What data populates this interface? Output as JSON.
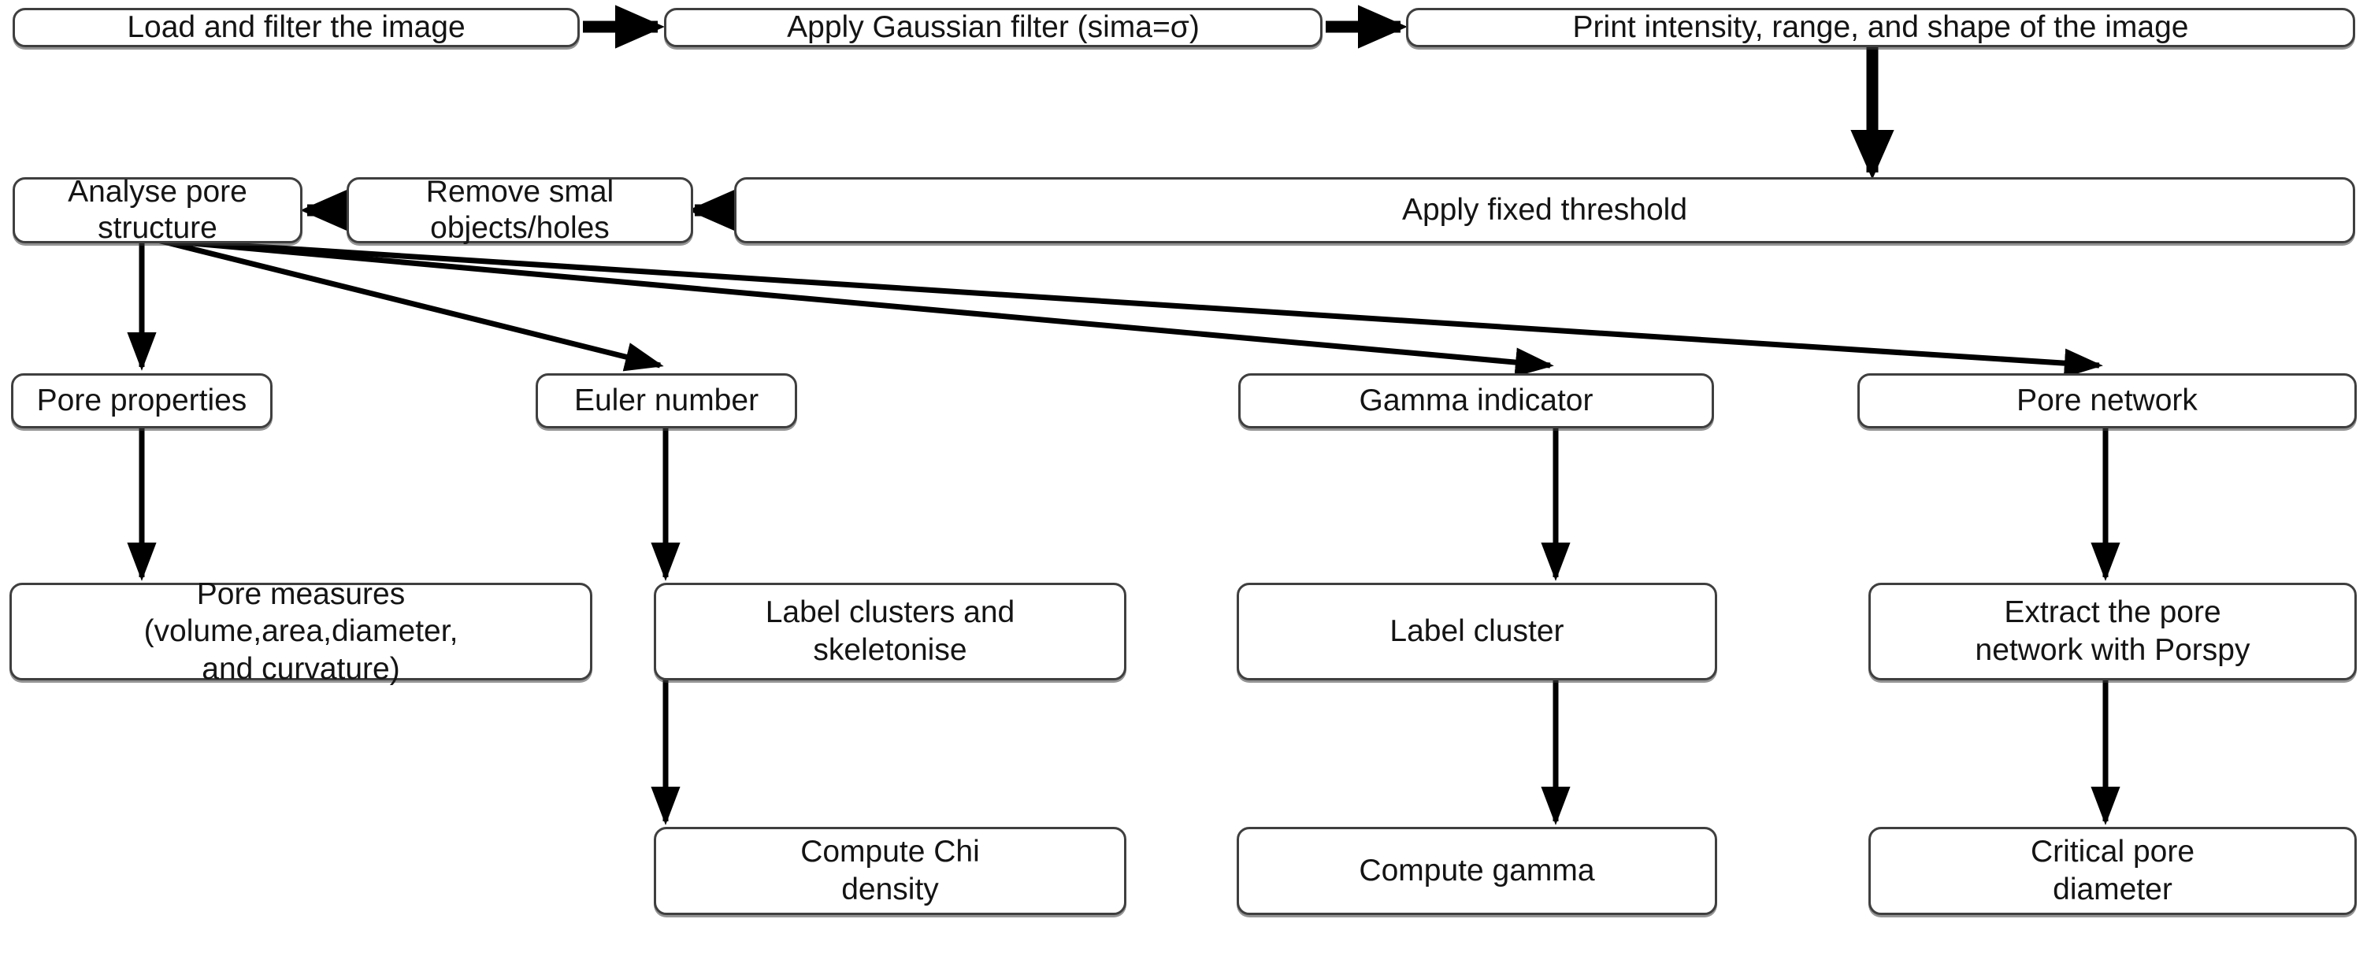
{
  "diagram": {
    "title": "Pore structure image-analysis workflow",
    "background_color": "#ffffff",
    "node_border_color": "#3f3f3f",
    "node_fill_color": "#ffffff",
    "text_color": "#141414",
    "edge_color": "#000000"
  },
  "nodes": [
    {
      "id": "load_filter",
      "label": "Load and filter the image",
      "row": 1,
      "col": 1
    },
    {
      "id": "gaussian",
      "label": "Apply Gaussian filter (sima=σ)",
      "row": 1,
      "col": 2
    },
    {
      "id": "print_info",
      "label": "Print intensity, range, and shape of the image",
      "row": 1,
      "col": 3
    },
    {
      "id": "analyse_pore",
      "label": "Analyse pore structure",
      "row": 2,
      "col": 1
    },
    {
      "id": "remove_small",
      "label": "Remove smal objects/holes",
      "row": 2,
      "col": 2
    },
    {
      "id": "fixed_threshold",
      "label": "Apply fixed threshold",
      "row": 2,
      "col": 3
    },
    {
      "id": "pore_properties",
      "label": "Pore properties",
      "row": 3,
      "col": 1
    },
    {
      "id": "euler_number",
      "label": "Euler number",
      "row": 3,
      "col": 2
    },
    {
      "id": "gamma_indicator",
      "label": "Gamma indicator",
      "row": 3,
      "col": 3
    },
    {
      "id": "pore_network",
      "label": "Pore network",
      "row": 3,
      "col": 4
    },
    {
      "id": "pore_measures",
      "label": "Pore measures\n(volume,area,diameter,\nand curvature)",
      "row": 4,
      "col": 1
    },
    {
      "id": "label_skeletonise",
      "label": "Label clusters and\nskeletonise",
      "row": 4,
      "col": 2
    },
    {
      "id": "label_cluster",
      "label": "Label cluster",
      "row": 4,
      "col": 3
    },
    {
      "id": "extract_network",
      "label": "Extract the pore\nnetwork with Porspy",
      "row": 4,
      "col": 4
    },
    {
      "id": "compute_chi",
      "label": "Compute Chi\ndensity",
      "row": 5,
      "col": 2
    },
    {
      "id": "compute_gamma",
      "label": "Compute gamma",
      "row": 5,
      "col": 3
    },
    {
      "id": "critical_diameter",
      "label": "Critical pore\ndiameter",
      "row": 5,
      "col": 4
    }
  ],
  "edges": [
    {
      "from": "load_filter",
      "to": "gaussian",
      "direction": "right"
    },
    {
      "from": "gaussian",
      "to": "print_info",
      "direction": "right"
    },
    {
      "from": "print_info",
      "to": "fixed_threshold",
      "direction": "down"
    },
    {
      "from": "fixed_threshold",
      "to": "remove_small",
      "direction": "left"
    },
    {
      "from": "remove_small",
      "to": "analyse_pore",
      "direction": "left"
    },
    {
      "from": "analyse_pore",
      "to": "pore_properties",
      "direction": "down"
    },
    {
      "from": "analyse_pore",
      "to": "euler_number",
      "direction": "diagonal"
    },
    {
      "from": "analyse_pore",
      "to": "gamma_indicator",
      "direction": "diagonal"
    },
    {
      "from": "analyse_pore",
      "to": "pore_network",
      "direction": "diagonal"
    },
    {
      "from": "pore_properties",
      "to": "pore_measures",
      "direction": "down"
    },
    {
      "from": "euler_number",
      "to": "label_skeletonise",
      "direction": "down"
    },
    {
      "from": "gamma_indicator",
      "to": "label_cluster",
      "direction": "down"
    },
    {
      "from": "pore_network",
      "to": "extract_network",
      "direction": "down"
    },
    {
      "from": "label_skeletonise",
      "to": "compute_chi",
      "direction": "down"
    },
    {
      "from": "label_cluster",
      "to": "compute_gamma",
      "direction": "down"
    },
    {
      "from": "extract_network",
      "to": "critical_diameter",
      "direction": "down"
    }
  ]
}
